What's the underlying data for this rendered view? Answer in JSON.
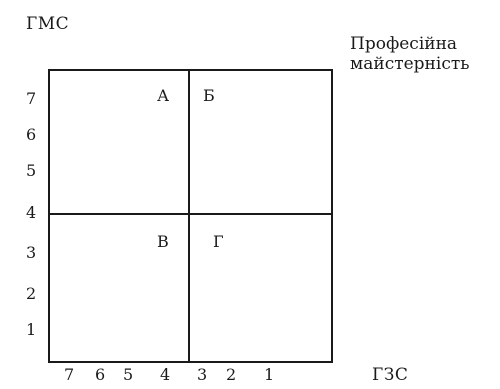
{
  "axes": {
    "y_title": "ГМС",
    "x_title": "ГЗС",
    "y_ticks": [
      "7",
      "6",
      "5",
      "4",
      "3",
      "2",
      "1"
    ],
    "x_ticks": [
      "7",
      "6",
      "5",
      "4",
      "3",
      "2",
      "1"
    ]
  },
  "top_right_label": {
    "line1": "Професійна",
    "line2": "майстерність"
  },
  "quadrants": {
    "top_left": "А",
    "top_right": "Б",
    "bottom_left": "В",
    "bottom_right": "Г"
  }
}
